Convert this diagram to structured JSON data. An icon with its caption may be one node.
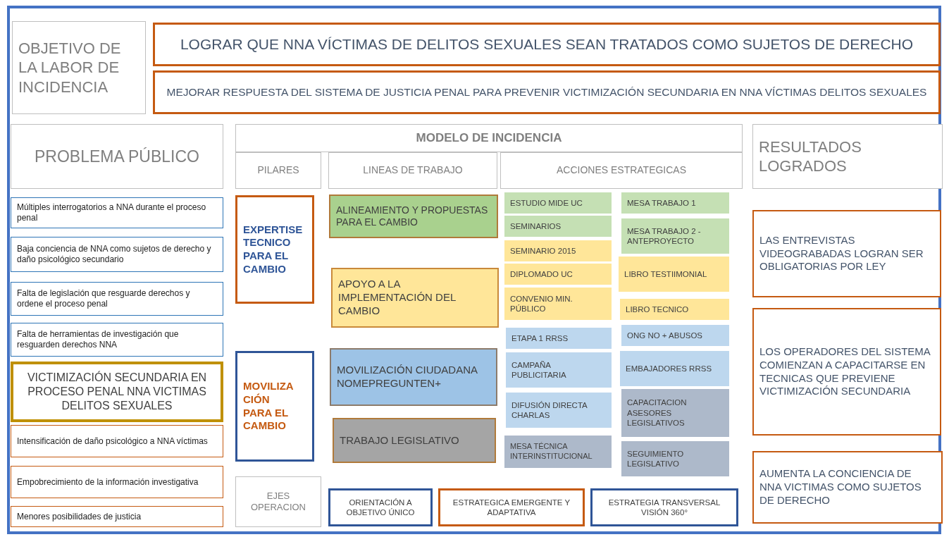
{
  "diagram": {
    "nodes": [
      {
        "text": [
          "OBJETIVO DE LA LABOR DE INCIDENCIA"
        ]
      },
      {
        "text": [
          "LOGRAR QUE NNA VÍCTIMAS DE DELITOS SEXUALES SEAN TRATADOS COMO SUJETOS DE DERECHO"
        ]
      },
      {
        "text": [
          "MEJORAR RESPUESTA DEL SISTEMA DE JUSTICIA PENAL PARA PREVENIR VICTIMIZACIÓN SECUNDARIA EN NNA VÍCTIMAS DELITOS SEXUALES"
        ]
      },
      {
        "text": [
          "PROBLEMA PÚBLICO"
        ]
      },
      {
        "text": [
          "MODELO DE INCIDENCIA"
        ]
      },
      {
        "text": [
          "PILARES"
        ]
      },
      {
        "text": [
          "LINEAS DE TRABAJO"
        ]
      },
      {
        "text": [
          "ACCIONES ESTRATEGICAS"
        ]
      },
      {
        "text": [
          "RESULTADOS LOGRADOS"
        ]
      },
      {
        "text": [
          "Múltiples interrogatorios a NNA durante el proceso penal"
        ]
      },
      {
        "text": [
          "Baja conciencia de NNA como sujetos de derecho y daño psicológico secundario"
        ]
      },
      {
        "text": [
          "Falta de legislación que resguarde derechos y ordene el proceso penal"
        ]
      },
      {
        "text": [
          "Falta de herramientas de investigación que resguarden derechos NNA"
        ]
      },
      {
        "text": [
          "VICTIMIZACIÓN SECUNDARIA EN PROCESO PENAL NNA VICTIMAS DELITOS SEXUALES"
        ]
      },
      {
        "text": [
          "Intensificación de daño psicológico a NNA víctimas"
        ]
      },
      {
        "text": [
          "Empobrecimiento de la información investigativa"
        ]
      },
      {
        "text": [
          "Menores posibilidades de justicia"
        ]
      },
      {
        "text": [
          "EXPERTISE TECNICO PARA EL CAMBIO"
        ]
      },
      {
        "text": [
          "MOVILIZA CIÓN PARA EL CAMBIO"
        ]
      },
      {
        "text": [
          "EJES OPERACION"
        ]
      },
      {
        "text": [
          "ALINEAMIENTO Y PROPUESTAS PARA EL CAMBIO"
        ]
      },
      {
        "text": [
          "APOYO A LA IMPLEMENTACIÓN DEL CAMBIO"
        ]
      },
      {
        "text": [
          "MOVILIZACIÓN CIUDADANA NOMEPREGUNTEN+"
        ]
      },
      {
        "text": [
          "TRABAJO LEGISLATIVO"
        ]
      },
      {
        "text": [
          "ESTUDIO MIDE UC"
        ]
      },
      {
        "text": [
          "SEMINARIOS"
        ]
      },
      {
        "text": [
          "SEMINARIO 2015"
        ]
      },
      {
        "text": [
          "DIPLOMADO UC"
        ]
      },
      {
        "text": [
          "CONVENIO MIN. PÚBLICO"
        ]
      },
      {
        "text": [
          "ETAPA 1 RRSS"
        ]
      },
      {
        "text": [
          "CAMPAÑA PUBLICITARIA"
        ]
      },
      {
        "text": [
          "DIFUSIÓN DIRECTA CHARLAS"
        ]
      },
      {
        "text": [
          "MESA TÉCNICA INTERINSTITUCIONAL"
        ]
      },
      {
        "text": [
          "MESA TRABAJO 1"
        ]
      },
      {
        "text": [
          "MESA TRABAJO 2 - ANTEPROYECTO"
        ]
      },
      {
        "text": [
          "LIBRO TESTIIMONIAL"
        ]
      },
      {
        "text": [
          "LIBRO TECNICO"
        ]
      },
      {
        "text": [
          "ONG NO + ABUSOS"
        ]
      },
      {
        "text": [
          "EMBAJADORES RRSS"
        ]
      },
      {
        "text": [
          "CAPACITACION ASESORES LEGISLATIVOS"
        ]
      },
      {
        "text": [
          "SEGUIMIENTO LEGISLATIVO"
        ]
      },
      {
        "text": [
          "ORIENTACIÓN A OBJETIVO ÚNICO"
        ]
      },
      {
        "text": [
          "ESTRATEGICA EMERGENTE Y ADAPTATIVA"
        ]
      },
      {
        "text": [
          "ESTRATEGIA TRANSVERSAL VISIÓN 360°"
        ]
      },
      {
        "text": [
          "LAS ENTREVISTAS VIDEOGRABADAS LOGRAN SER OBLIGATORIAS POR LEY"
        ]
      },
      {
        "text": [
          "LOS OPERADORES DEL SISTEMA COMIENZAN A CAPACITARSE EN TECNICAS QUE PREVIENE VICTIMIZACIÓN SECUNDARIA"
        ]
      },
      {
        "text": [
          "AUMENTA LA CONCIENCIA DE NNA VICTIMAS COMO SUJETOS DE DERECHO"
        ]
      }
    ]
  }
}
